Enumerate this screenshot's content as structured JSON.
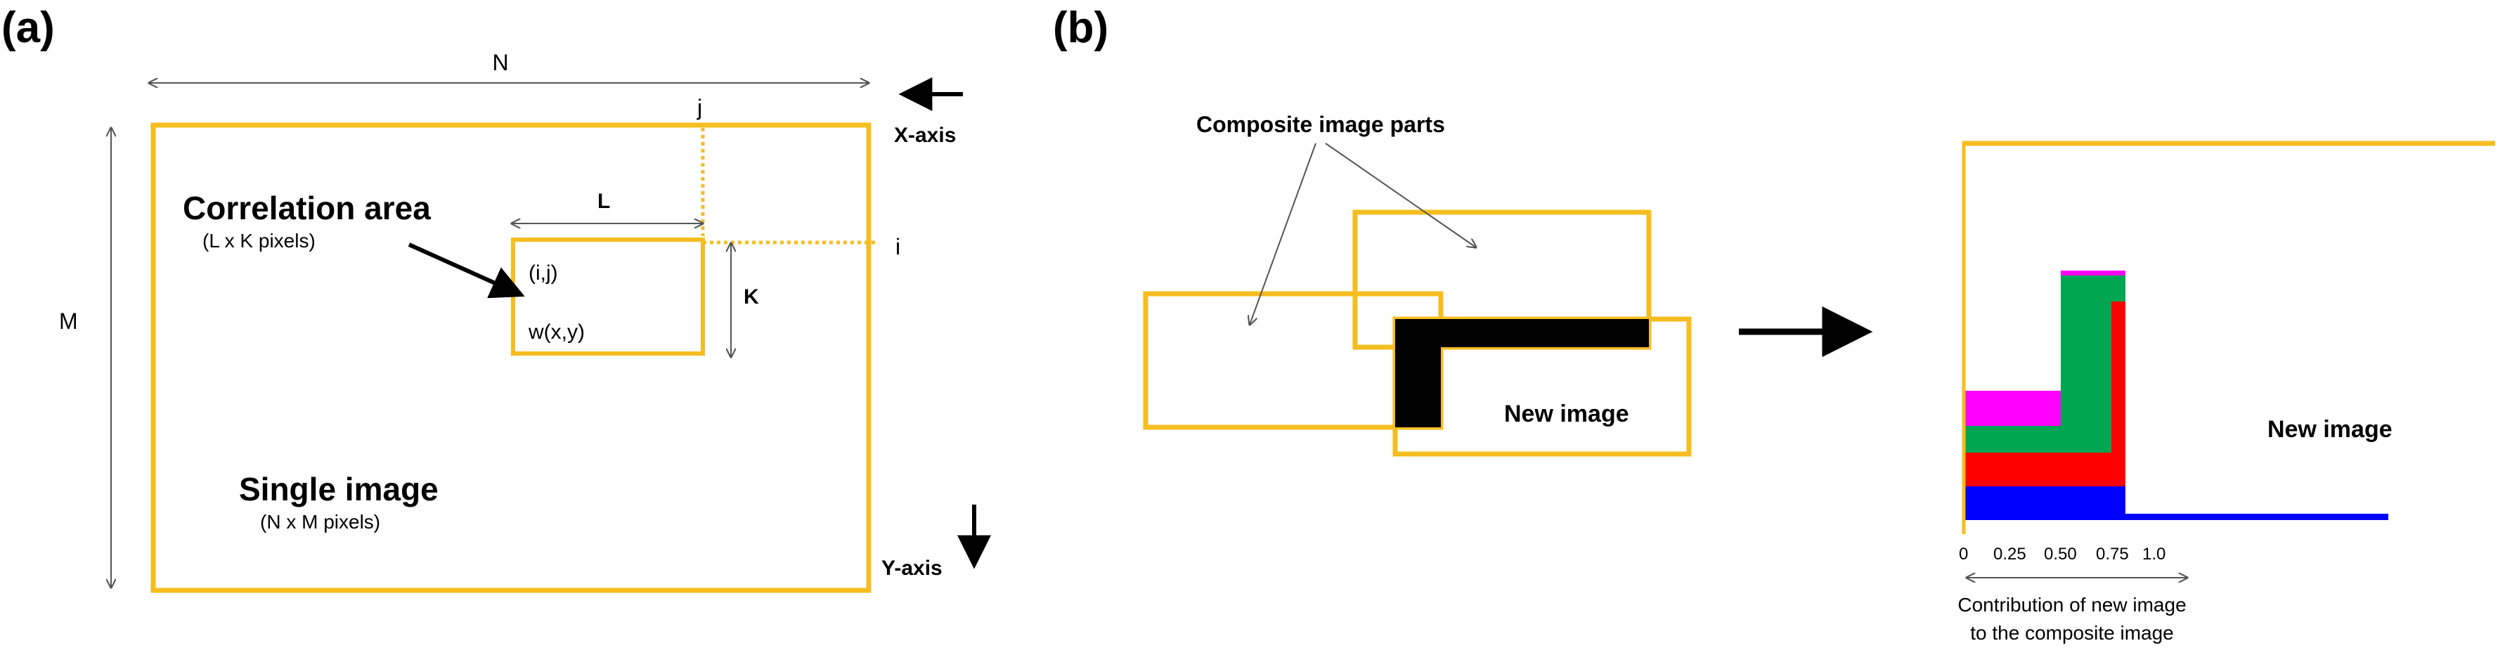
{
  "panel_a": {
    "label": "(a)",
    "dim_n": "N",
    "dim_m": "M",
    "dim_l": "L",
    "dim_k": "K",
    "index_j": "j",
    "index_i": "i",
    "x_axis": "X-axis",
    "y_axis": "Y-axis",
    "correlation_title": "Correlation area",
    "correlation_sub": "(L x K pixels)",
    "ij_label": "(i,j)",
    "w_label": "w(x,y)",
    "single_title": "Single image",
    "single_sub": "(N x M pixels)"
  },
  "panel_b": {
    "label": "(b)",
    "composite_parts": "Composite image parts",
    "new_image_left": "New image",
    "new_image_right": "New image",
    "ticks": [
      "0",
      "0.25",
      "0.50",
      "0.75",
      "1.0"
    ],
    "caption_line1": "Contribution of new image",
    "caption_line2": "to the composite image"
  },
  "colors": {
    "frame": "#F5BD1F",
    "magenta": "#FF00FF",
    "green": "#00A651",
    "red": "#FF0000",
    "blue": "#0000FF",
    "black": "#000000"
  }
}
